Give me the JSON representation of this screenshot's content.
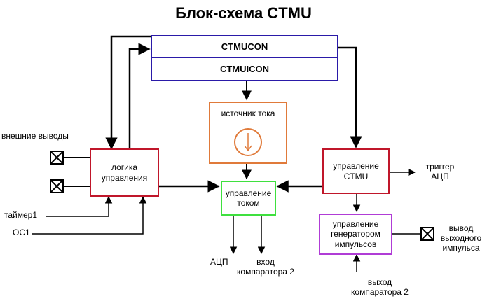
{
  "title": "Блок-схема CTMU",
  "blocks": {
    "ctmucon": "CTMUCON",
    "ctmuicon": "CTMUICON",
    "current_source": "источник тока",
    "control_logic": "логика\nуправления",
    "current_control": "управление\nтоком",
    "ctmu_control": "управление\nCTMU",
    "pulse_gen_control": "управление\nгенератором\nимпульсов"
  },
  "labels": {
    "external_pins": "внешние выводы",
    "timer1": "таймер1",
    "oc1": "ОС1",
    "trigger_adc": "триггер\nАЦП",
    "adc": "АЦП",
    "comparator2_input": "вход\nкомпаратора 2",
    "comparator2_output": "выход\nкомпаратора 2",
    "pulse_output": "вывод\nвыходного\nимпульса"
  },
  "colors": {
    "ctmucon_border": "#2a1aa8",
    "current_source_border": "#e07a3a",
    "red_border": "#c0162a",
    "green_border": "#3fe03f",
    "purple_border": "#b03cd6"
  }
}
